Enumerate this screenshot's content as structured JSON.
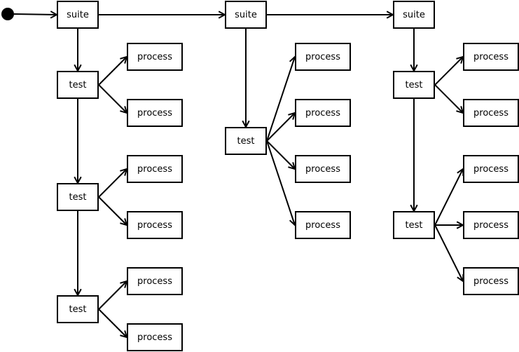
{
  "colors": {
    "stroke": "#000000",
    "fill": "#ffffff",
    "text": "#000000"
  },
  "nodes": [
    {
      "id": "start",
      "kind": "start",
      "label": ""
    },
    {
      "id": "s1",
      "kind": "box",
      "label": "suite"
    },
    {
      "id": "s2",
      "kind": "box",
      "label": "suite"
    },
    {
      "id": "s3",
      "kind": "box",
      "label": "suite"
    },
    {
      "id": "t1a",
      "kind": "box",
      "label": "test"
    },
    {
      "id": "t1b",
      "kind": "box",
      "label": "test"
    },
    {
      "id": "t1c",
      "kind": "box",
      "label": "test"
    },
    {
      "id": "t2",
      "kind": "box",
      "label": "test"
    },
    {
      "id": "t3a",
      "kind": "box",
      "label": "test"
    },
    {
      "id": "t3b",
      "kind": "box",
      "label": "test"
    },
    {
      "id": "p1",
      "kind": "box",
      "label": "process"
    },
    {
      "id": "p2",
      "kind": "box",
      "label": "process"
    },
    {
      "id": "p3",
      "kind": "box",
      "label": "process"
    },
    {
      "id": "p4",
      "kind": "box",
      "label": "process"
    },
    {
      "id": "p5",
      "kind": "box",
      "label": "process"
    },
    {
      "id": "p6",
      "kind": "box",
      "label": "process"
    },
    {
      "id": "p7",
      "kind": "box",
      "label": "process"
    },
    {
      "id": "p8",
      "kind": "box",
      "label": "process"
    },
    {
      "id": "p9",
      "kind": "box",
      "label": "process"
    },
    {
      "id": "p10",
      "kind": "box",
      "label": "process"
    },
    {
      "id": "p11",
      "kind": "box",
      "label": "process"
    },
    {
      "id": "p12",
      "kind": "box",
      "label": "process"
    },
    {
      "id": "p13",
      "kind": "box",
      "label": "process"
    },
    {
      "id": "p14",
      "kind": "box",
      "label": "process"
    },
    {
      "id": "p15",
      "kind": "box",
      "label": "process"
    }
  ],
  "edges": [
    {
      "from": "start",
      "to": "s1"
    },
    {
      "from": "s1",
      "to": "s2"
    },
    {
      "from": "s2",
      "to": "s3"
    },
    {
      "from": "s1",
      "to": "t1a"
    },
    {
      "from": "t1a",
      "to": "t1b"
    },
    {
      "from": "t1b",
      "to": "t1c"
    },
    {
      "from": "t1a",
      "to": "p1"
    },
    {
      "from": "t1a",
      "to": "p2"
    },
    {
      "from": "t1b",
      "to": "p3"
    },
    {
      "from": "t1b",
      "to": "p4"
    },
    {
      "from": "t1c",
      "to": "p5"
    },
    {
      "from": "t1c",
      "to": "p6"
    },
    {
      "from": "s2",
      "to": "t2"
    },
    {
      "from": "t2",
      "to": "p7"
    },
    {
      "from": "t2",
      "to": "p8"
    },
    {
      "from": "t2",
      "to": "p9"
    },
    {
      "from": "t2",
      "to": "p10"
    },
    {
      "from": "s3",
      "to": "t3a"
    },
    {
      "from": "t3a",
      "to": "t3b"
    },
    {
      "from": "t3a",
      "to": "p11"
    },
    {
      "from": "t3a",
      "to": "p12"
    },
    {
      "from": "t3b",
      "to": "p13"
    },
    {
      "from": "t3b",
      "to": "p14"
    },
    {
      "from": "t3b",
      "to": "p15"
    }
  ]
}
